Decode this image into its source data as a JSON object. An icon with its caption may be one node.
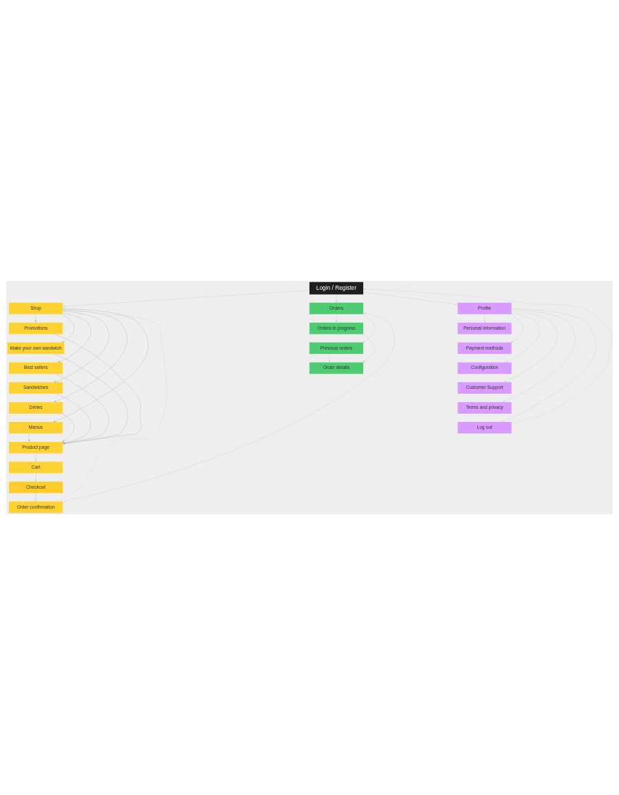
{
  "diagram": {
    "nodes": [
      {
        "text": [
          "Login / Register"
        ]
      },
      {
        "text": [
          "Shop"
        ]
      },
      {
        "text": [
          "Orders"
        ]
      },
      {
        "text": [
          "Profile"
        ]
      },
      {
        "text": [
          "Promotions"
        ]
      },
      {
        "text": [
          "Make your own sandwich"
        ]
      },
      {
        "text": [
          "Best sellers"
        ]
      },
      {
        "text": [
          "Sandwiches"
        ]
      },
      {
        "text": [
          "Drinks"
        ]
      },
      {
        "text": [
          "Menus"
        ]
      },
      {
        "text": [
          "Product page"
        ]
      },
      {
        "text": [
          "Cart"
        ]
      },
      {
        "text": [
          "Checkout"
        ]
      },
      {
        "text": [
          "Order confirmation"
        ]
      },
      {
        "text": [
          "Orders in progress"
        ]
      },
      {
        "text": [
          "Previous orders"
        ]
      },
      {
        "text": [
          "Order details"
        ]
      },
      {
        "text": [
          "Personal information"
        ]
      },
      {
        "text": [
          "Payment methods"
        ]
      },
      {
        "text": [
          "Configuration"
        ]
      },
      {
        "text": [
          "Customer Support"
        ]
      },
      {
        "text": [
          "Terms and privacy"
        ]
      },
      {
        "text": [
          "Log out"
        ]
      }
    ],
    "edges": [
      {
        "from": 0,
        "to": 1,
        "arrow": "to"
      },
      {
        "from": 0,
        "to": 2,
        "arrow": "to"
      },
      {
        "from": 0,
        "to": 3,
        "arrow": "to"
      },
      {
        "from": 1,
        "to": 4,
        "arrow": "to",
        "color": "#b3b3b3"
      },
      {
        "from": 1,
        "to": 5,
        "arrow": "to",
        "color": "#b3b3b3"
      },
      {
        "from": 1,
        "to": 6,
        "arrow": "to",
        "color": "#b3b3b3"
      },
      {
        "from": 1,
        "to": 7,
        "arrow": "to",
        "color": "#b3b3b3"
      },
      {
        "from": 1,
        "to": 8,
        "arrow": "to",
        "color": "#b3b3b3"
      },
      {
        "from": 1,
        "to": 9,
        "arrow": "to",
        "color": "#b3b3b3"
      },
      {
        "from": 4,
        "to": 10,
        "arrow": "to",
        "color": "#b3b3b3"
      },
      {
        "from": 5,
        "to": 10,
        "arrow": "to",
        "color": "#b3b3b3"
      },
      {
        "from": 6,
        "to": 10,
        "arrow": "to",
        "color": "#b3b3b3"
      },
      {
        "from": 7,
        "to": 10,
        "arrow": "to",
        "color": "#b3b3b3"
      },
      {
        "from": 8,
        "to": 10,
        "arrow": "to",
        "color": "#b3b3b3"
      },
      {
        "from": 9,
        "to": 10,
        "arrow": "to",
        "color": "#b3b3b3"
      },
      {
        "from": 10,
        "to": 11,
        "arrow": "to"
      },
      {
        "from": 11,
        "to": 12,
        "arrow": "to"
      },
      {
        "from": 12,
        "to": 13,
        "arrow": "to"
      },
      {
        "from": 13,
        "to": 1,
        "arrow": "to",
        "style": "dashed"
      },
      {
        "from": 13,
        "to": 2,
        "arrow": "to"
      },
      {
        "from": 2,
        "to": 14,
        "arrow": "to"
      },
      {
        "from": 2,
        "to": 15,
        "arrow": "to"
      },
      {
        "from": 14,
        "to": 16,
        "arrow": "to"
      },
      {
        "from": 15,
        "to": 16,
        "arrow": "to"
      },
      {
        "from": 3,
        "to": 17,
        "arrow": "to"
      },
      {
        "from": 3,
        "to": 18,
        "arrow": "to"
      },
      {
        "from": 3,
        "to": 19,
        "arrow": "to"
      },
      {
        "from": 3,
        "to": 20,
        "arrow": "to"
      },
      {
        "from": 3,
        "to": 21,
        "arrow": "to"
      },
      {
        "from": 3,
        "to": 22,
        "arrow": "to"
      },
      {
        "from": 22,
        "to": 0,
        "arrow": "to",
        "style": "dashed"
      }
    ]
  }
}
